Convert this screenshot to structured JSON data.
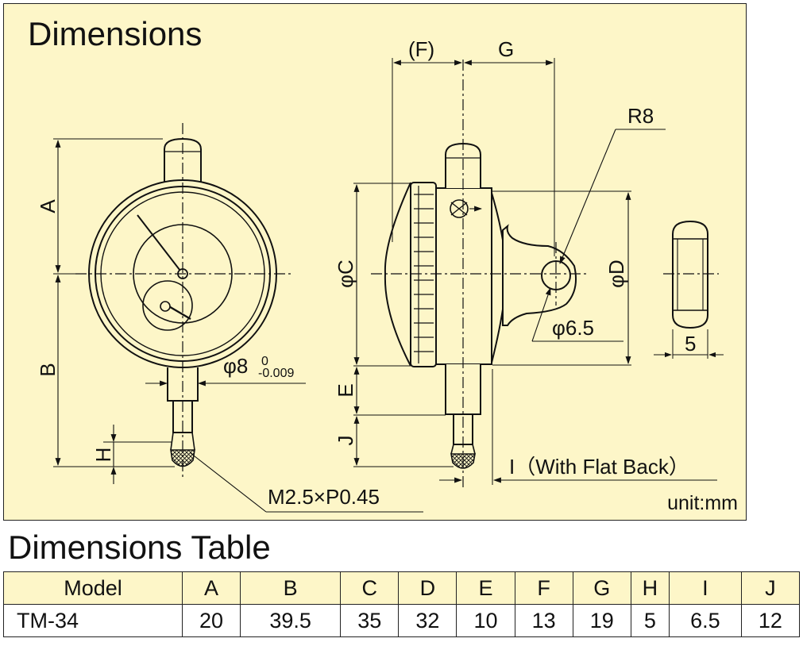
{
  "section_title": "Dimensions",
  "unit_label": "unit:mm",
  "diagram": {
    "labels": {
      "A": "A",
      "B": "B",
      "H": "H",
      "phi8": "φ8",
      "tol_upper": "0",
      "tol_lower": "-0.009",
      "thread": "M2.5×P0.45",
      "F": "(F)",
      "G": "G",
      "R8": "R8",
      "phiC": "φC",
      "phiD": "φD",
      "phi6_5": "φ6.5",
      "E": "E",
      "J": "J",
      "I_flat": "I（With Flat Back）",
      "five": "5"
    }
  },
  "table_title": "Dimensions Table",
  "table": {
    "headers": [
      "Model",
      "A",
      "B",
      "C",
      "D",
      "E",
      "F",
      "G",
      "H",
      "I",
      "J"
    ],
    "rows": [
      [
        "TM-34",
        "20",
        "39.5",
        "35",
        "32",
        "10",
        "13",
        "19",
        "5",
        "6.5",
        "12"
      ]
    ]
  }
}
